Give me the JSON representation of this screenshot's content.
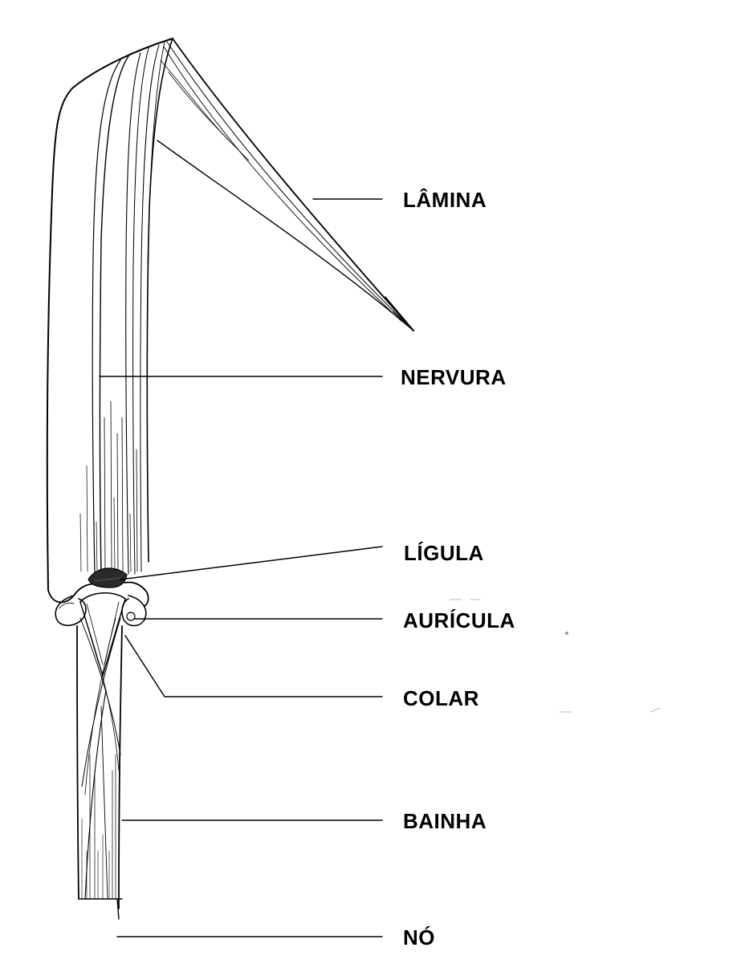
{
  "labels": {
    "lamina": "LÂMINA",
    "nervura": "NERVURA",
    "ligula": "LÍGULA",
    "auricula": "AURÍCULA",
    "colar": "COLAR",
    "bainha": "BAINHA",
    "no": "NÓ"
  },
  "colors": {
    "ink": "#000000",
    "background": "#ffffff",
    "ligula_fill": "#2a2a2a"
  }
}
